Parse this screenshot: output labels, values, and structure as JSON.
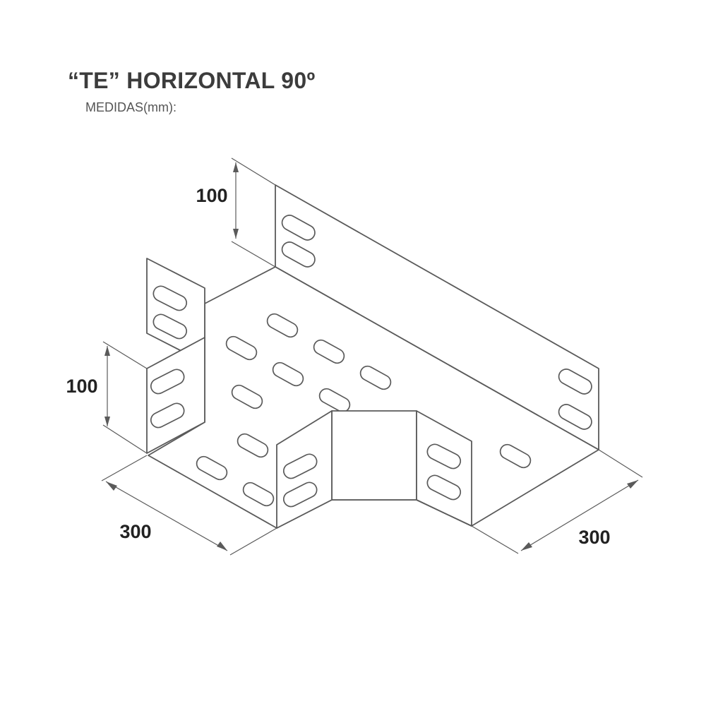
{
  "title": "“TE” HORIZONTAL 90º",
  "subtitle": "MEDIDAS(mm):",
  "dimensions": {
    "rear_height": "100",
    "left_height": "100",
    "left_width": "300",
    "right_width": "300"
  },
  "colors": {
    "line": "#5a5a5a",
    "text": "#222222",
    "background": "#ffffff"
  }
}
